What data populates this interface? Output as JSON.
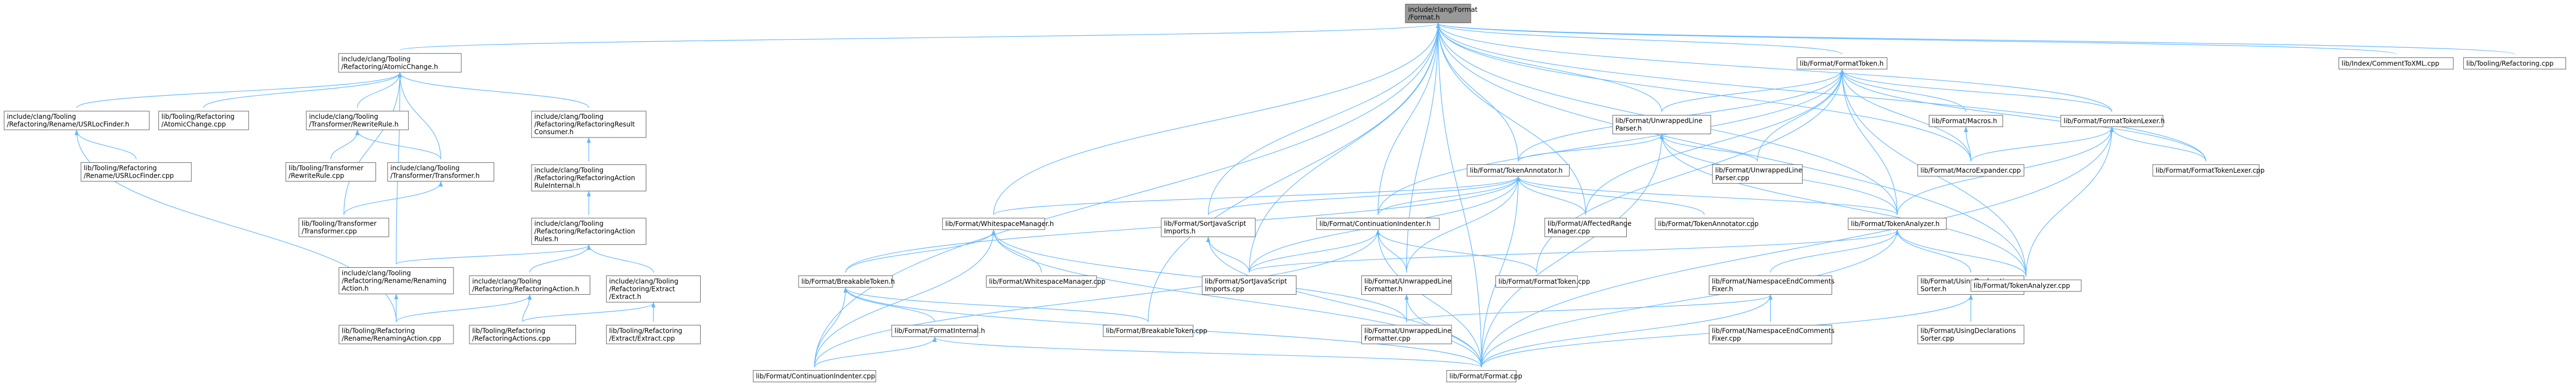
{
  "graph": {
    "root": "include/clang/Format/Format.h",
    "colors": {
      "edge": "#63b8ff",
      "root_fill": "#999999",
      "node_fill": "#ffffff",
      "node_border": "#666666"
    },
    "nodes": [
      {
        "id": "root",
        "lines": [
          "include/clang/Format",
          "/Format.h"
        ]
      },
      {
        "id": "atomic_h",
        "lines": [
          "include/clang/Tooling",
          "/Refactoring/AtomicChange.h"
        ]
      },
      {
        "id": "usrloc_h",
        "lines": [
          "include/clang/Tooling",
          "/Refactoring/Rename/USRLocFinder.h"
        ]
      },
      {
        "id": "atomic_cpp",
        "lines": [
          "lib/Tooling/Refactoring",
          "/AtomicChange.cpp"
        ]
      },
      {
        "id": "rewrite_h",
        "lines": [
          "include/clang/Tooling",
          "/Transformer/RewriteRule.h"
        ]
      },
      {
        "id": "result_h",
        "lines": [
          "include/clang/Tooling",
          "/Refactoring/RefactoringResult",
          "Consumer.h"
        ]
      },
      {
        "id": "usrloc_cpp",
        "lines": [
          "lib/Tooling/Refactoring",
          "/Rename/USRLocFinder.cpp"
        ]
      },
      {
        "id": "rewrite_cpp",
        "lines": [
          "lib/Tooling/Transformer",
          "/RewriteRule.cpp"
        ]
      },
      {
        "id": "transformer_h",
        "lines": [
          "include/clang/Tooling",
          "/Transformer/Transformer.h"
        ]
      },
      {
        "id": "ruleint_h",
        "lines": [
          "include/clang/Tooling",
          "/Refactoring/RefactoringAction",
          "RuleInternal.h"
        ]
      },
      {
        "id": "transformer_cpp",
        "lines": [
          "lib/Tooling/Transformer",
          "/Transformer.cpp"
        ]
      },
      {
        "id": "rules_h",
        "lines": [
          "include/clang/Tooling",
          "/Refactoring/RefactoringAction",
          "Rules.h"
        ]
      },
      {
        "id": "renaming_h",
        "lines": [
          "include/clang/Tooling",
          "/Refactoring/Rename/Renaming",
          "Action.h"
        ]
      },
      {
        "id": "refaction_h",
        "lines": [
          "include/clang/Tooling",
          "/Refactoring/RefactoringAction.h"
        ]
      },
      {
        "id": "extract_h",
        "lines": [
          "include/clang/Tooling",
          "/Refactoring/Extract",
          "/Extract.h"
        ]
      },
      {
        "id": "renaming_cpp",
        "lines": [
          "lib/Tooling/Refactoring",
          "/Rename/RenamingAction.cpp"
        ]
      },
      {
        "id": "refactions_cpp",
        "lines": [
          "lib/Tooling/Refactoring",
          "/RefactoringActions.cpp"
        ]
      },
      {
        "id": "extract_cpp",
        "lines": [
          "lib/Tooling/Refactoring",
          "/Extract/Extract.cpp"
        ]
      },
      {
        "id": "ws_h",
        "lines": [
          "lib/Format/WhitespaceManager.h"
        ]
      },
      {
        "id": "sortjs_h",
        "lines": [
          "lib/Format/SortJavaScript",
          "Imports.h"
        ]
      },
      {
        "id": "contind_h",
        "lines": [
          "lib/Format/ContinuationIndenter.h"
        ]
      },
      {
        "id": "breakable_h",
        "lines": [
          "lib/Format/BreakableToken.h"
        ]
      },
      {
        "id": "ws_cpp",
        "lines": [
          "lib/Format/WhitespaceManager.cpp"
        ]
      },
      {
        "id": "sortjs_cpp",
        "lines": [
          "lib/Format/SortJavaScript",
          "Imports.cpp"
        ]
      },
      {
        "id": "fmtinternal_h",
        "lines": [
          "lib/Format/FormatInternal.h"
        ]
      },
      {
        "id": "breakable_cpp",
        "lines": [
          "lib/Format/BreakableToken.cpp"
        ]
      },
      {
        "id": "contind_cpp",
        "lines": [
          "lib/Format/ContinuationIndenter.cpp"
        ]
      },
      {
        "id": "format_cpp",
        "lines": [
          "lib/Format/Format.cpp"
        ]
      },
      {
        "id": "ulformatter_h",
        "lines": [
          "lib/Format/UnwrappedLine",
          "Formatter.h"
        ]
      },
      {
        "id": "ulformatter_cpp",
        "lines": [
          "lib/Format/UnwrappedLine",
          "Formatter.cpp"
        ]
      },
      {
        "id": "fmttoken_cpp",
        "lines": [
          "lib/Format/FormatToken.cpp"
        ]
      },
      {
        "id": "fmttoken_h",
        "lines": [
          "lib/Format/FormatToken.h"
        ]
      },
      {
        "id": "ulparser_h",
        "lines": [
          "lib/Format/UnwrappedLine",
          "Parser.h"
        ]
      },
      {
        "id": "tokann_h",
        "lines": [
          "lib/Format/TokenAnnotator.h"
        ]
      },
      {
        "id": "affected_cpp",
        "lines": [
          "lib/Format/AffectedRange",
          "Manager.cpp"
        ]
      },
      {
        "id": "tokann_cpp",
        "lines": [
          "lib/Format/TokenAnnotator.cpp"
        ]
      },
      {
        "id": "ulparser_cpp",
        "lines": [
          "lib/Format/UnwrappedLine",
          "Parser.cpp"
        ]
      },
      {
        "id": "macros_h",
        "lines": [
          "lib/Format/Macros.h"
        ]
      },
      {
        "id": "fmtlexer_h",
        "lines": [
          "lib/Format/FormatTokenLexer.h"
        ]
      },
      {
        "id": "macroexp_cpp",
        "lines": [
          "lib/Format/MacroExpander.cpp"
        ]
      },
      {
        "id": "fmtlexer_cpp",
        "lines": [
          "lib/Format/FormatTokenLexer.cpp"
        ]
      },
      {
        "id": "tokanalyzer_h",
        "lines": [
          "lib/Format/TokenAnalyzer.h"
        ]
      },
      {
        "id": "nsend_h",
        "lines": [
          "lib/Format/NamespaceEndComments",
          "Fixer.h"
        ]
      },
      {
        "id": "usingdecl_h",
        "lines": [
          "lib/Format/UsingDeclarations",
          "Sorter.h"
        ]
      },
      {
        "id": "tokanalyzer_cpp",
        "lines": [
          "lib/Format/TokenAnalyzer.cpp"
        ]
      },
      {
        "id": "nsend_cpp",
        "lines": [
          "lib/Format/NamespaceEndComments",
          "Fixer.cpp"
        ]
      },
      {
        "id": "usingdecl_cpp",
        "lines": [
          "lib/Format/UsingDeclarations",
          "Sorter.cpp"
        ]
      },
      {
        "id": "commentxml_cpp",
        "lines": [
          "lib/Index/CommentToXML.cpp"
        ]
      },
      {
        "id": "refactoring_cpp",
        "lines": [
          "lib/Tooling/Refactoring.cpp"
        ]
      }
    ]
  }
}
